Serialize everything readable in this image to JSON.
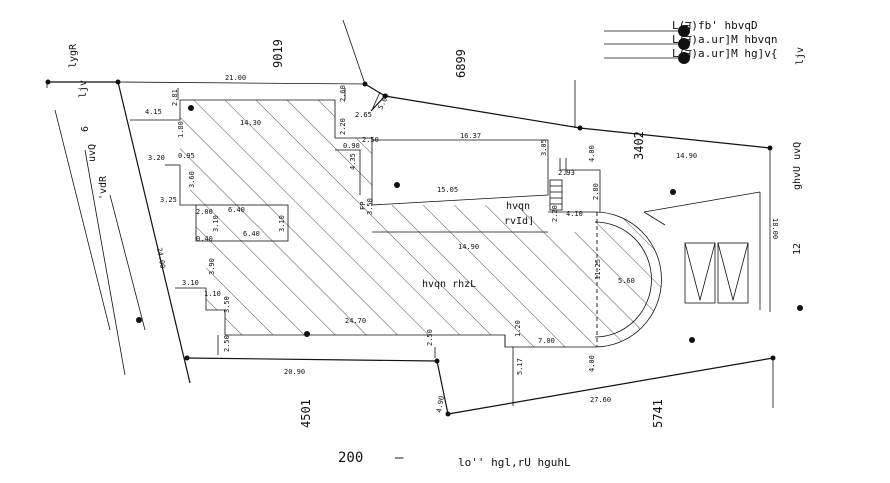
{
  "legend": [
    {
      "text": "L(न)fb' hbvqD"
    },
    {
      "text": "L(न)a.ur]M hbvqn"
    },
    {
      "text": "L(न)a.ur]M hg]v{"
    }
  ],
  "side_labels": {
    "top_left_vertical": "lygR",
    "top_left_vertical2": "ljv",
    "road_left_num": "6",
    "road_left_a": "uvQ",
    "road_left_b": "'vdR",
    "top_right_vertical": "ljv",
    "right_vertical_a": "ghvU uvQ",
    "right_vertical_num": "12"
  },
  "plot_numbers": {
    "top_left": "9019",
    "top_mid": "6899",
    "right_mid": "3402",
    "bottom_left": "4501",
    "bottom_right": "5741"
  },
  "interior_labels": {
    "main": "hvqn rhzL",
    "secondary_a": "hvqn",
    "secondary_b": "rvId]",
    "fp": "FP"
  },
  "dimensions": {
    "top_21": "21.00",
    "d_281": "2.81",
    "d_260": "2.60",
    "d_500": "5.00",
    "d_415": "4.15",
    "d_1430": "14.30",
    "d_265": "2.65",
    "d_180": "1.80",
    "d_220": "2.20",
    "d_250": "2.50",
    "d_1637": "16.37",
    "d_320": "3.20",
    "d_095": "0.95",
    "d_090": "0.90",
    "d_435": "4.35",
    "d_305": "3.05",
    "d_400a": "4.00",
    "d_1490a": "14.90",
    "d_360": "3.60",
    "d_1505": "15.05",
    "d_293": "2.93",
    "d_325": "3.25",
    "d_200": "2.00",
    "d_640a": "6.40",
    "d_350a": "3.50",
    "d_280": "2.80",
    "d_310a": "3.10",
    "d_310b": "3.10",
    "d_040": "0.40",
    "d_640b": "6.40",
    "d_1490b": "14.90",
    "d_220b": "2.20",
    "d_410": "4.10",
    "d_2400": "24.00",
    "d_1800": "18.00",
    "d_1125": "11.25",
    "d_560": "5.60",
    "d_390": "3.90",
    "d_310c": "3.10",
    "d_110": "1.10",
    "d_350b": "3.50",
    "d_2470": "24.70",
    "d_120": "1.20",
    "d_700": "7.00",
    "d_250b": "2.50",
    "d_250c": "2.50",
    "d_517": "5.17",
    "d_400b": "4.00",
    "d_2090": "20.90",
    "d_490": "4.90",
    "d_2760": "27.60"
  },
  "bottom": {
    "scale": "200",
    "dash": "—",
    "title": "lo'' hgl,rU hguhL"
  }
}
